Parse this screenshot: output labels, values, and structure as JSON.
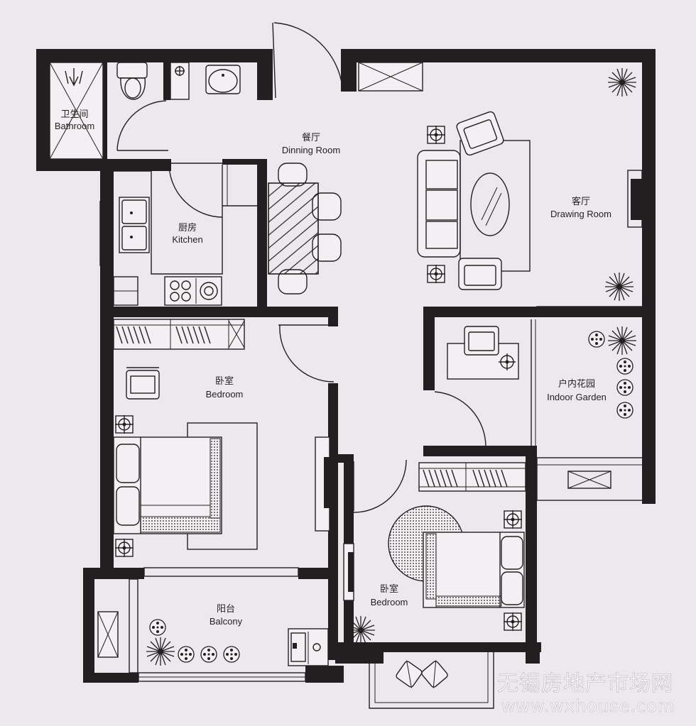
{
  "rooms": {
    "bathroom": {
      "cn": "卫生间",
      "en": "Bathroom"
    },
    "dining": {
      "cn": "餐厅",
      "en": "Dinning Room"
    },
    "kitchen": {
      "cn": "厨房",
      "en": "Kitchen"
    },
    "drawing": {
      "cn": "客厅",
      "en": "Drawing Room"
    },
    "bedroom_main": {
      "cn": "卧室",
      "en": "Bedroom"
    },
    "garden": {
      "cn": "户内花园",
      "en": "Indoor Garden"
    },
    "balcony": {
      "cn": "阳台",
      "en": "Balcony"
    },
    "bedroom_second": {
      "cn": "卧室",
      "en": "Bedroom"
    }
  },
  "watermark": {
    "cn": "无锡房地产市场网",
    "url": "www.wxhouse.com"
  },
  "colors": {
    "background": "#ece8ee",
    "wall": "#231f20"
  },
  "icons": [
    "shower-icon",
    "toilet-icon",
    "sink-icon",
    "sofa-icon",
    "armchair-icon",
    "dining-table-icon",
    "bed-icon",
    "stove-icon",
    "plant-icon",
    "wardrobe-icon",
    "desk-icon",
    "washing-machine-icon",
    "cushion-icon",
    "lamp-icon",
    "door-swing-icon"
  ]
}
